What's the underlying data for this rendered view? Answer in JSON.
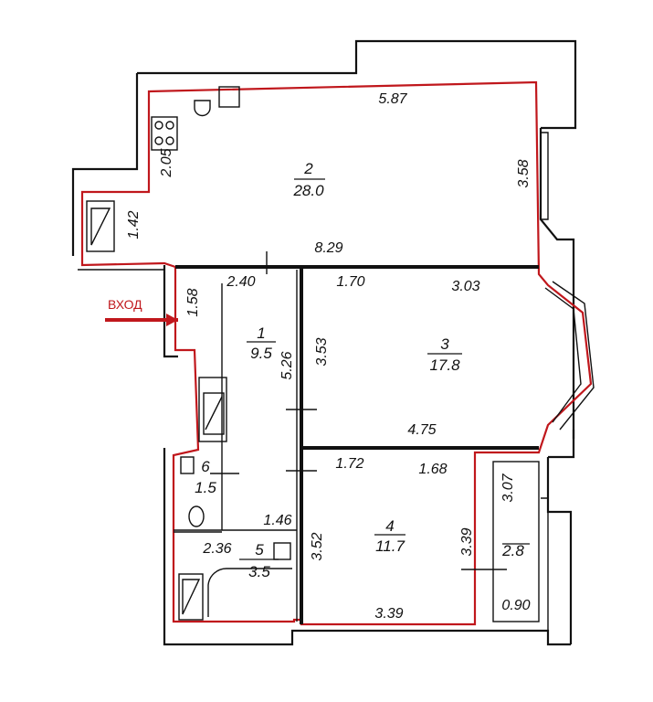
{
  "entrance_label": "ВХОД",
  "colors": {
    "outline": "#c0171c",
    "walls": "#111111"
  },
  "rooms": [
    {
      "number": "2",
      "area": "28.0"
    },
    {
      "number": "1",
      "area": "9.5"
    },
    {
      "number": "3",
      "area": "17.8"
    },
    {
      "number": "4",
      "area": "11.7"
    },
    {
      "number": "6",
      "area": "1.5"
    },
    {
      "number": "5",
      "area": "3.5"
    },
    {
      "number": "",
      "area": "2.8"
    }
  ],
  "dimensions": {
    "d_5_87": "5.87",
    "d_2_05": "2.05",
    "d_3_58": "3.58",
    "d_1_42": "1.42",
    "d_8_29": "8.29",
    "d_2_40": "2.40",
    "d_1_70": "1.70",
    "d_3_03": "3.03",
    "d_1_58": "1.58",
    "d_5_26": "5.26",
    "d_3_53": "3.53",
    "d_4_75": "4.75",
    "d_1_72": "1.72",
    "d_1_68": "1.68",
    "d_3_07": "3.07",
    "d_1_46": "1.46",
    "d_2_36": "2.36",
    "d_3_52": "3.52",
    "d_3_39_v": "3.39",
    "d_3_39_h": "3.39",
    "d_0_90": "0.90"
  }
}
